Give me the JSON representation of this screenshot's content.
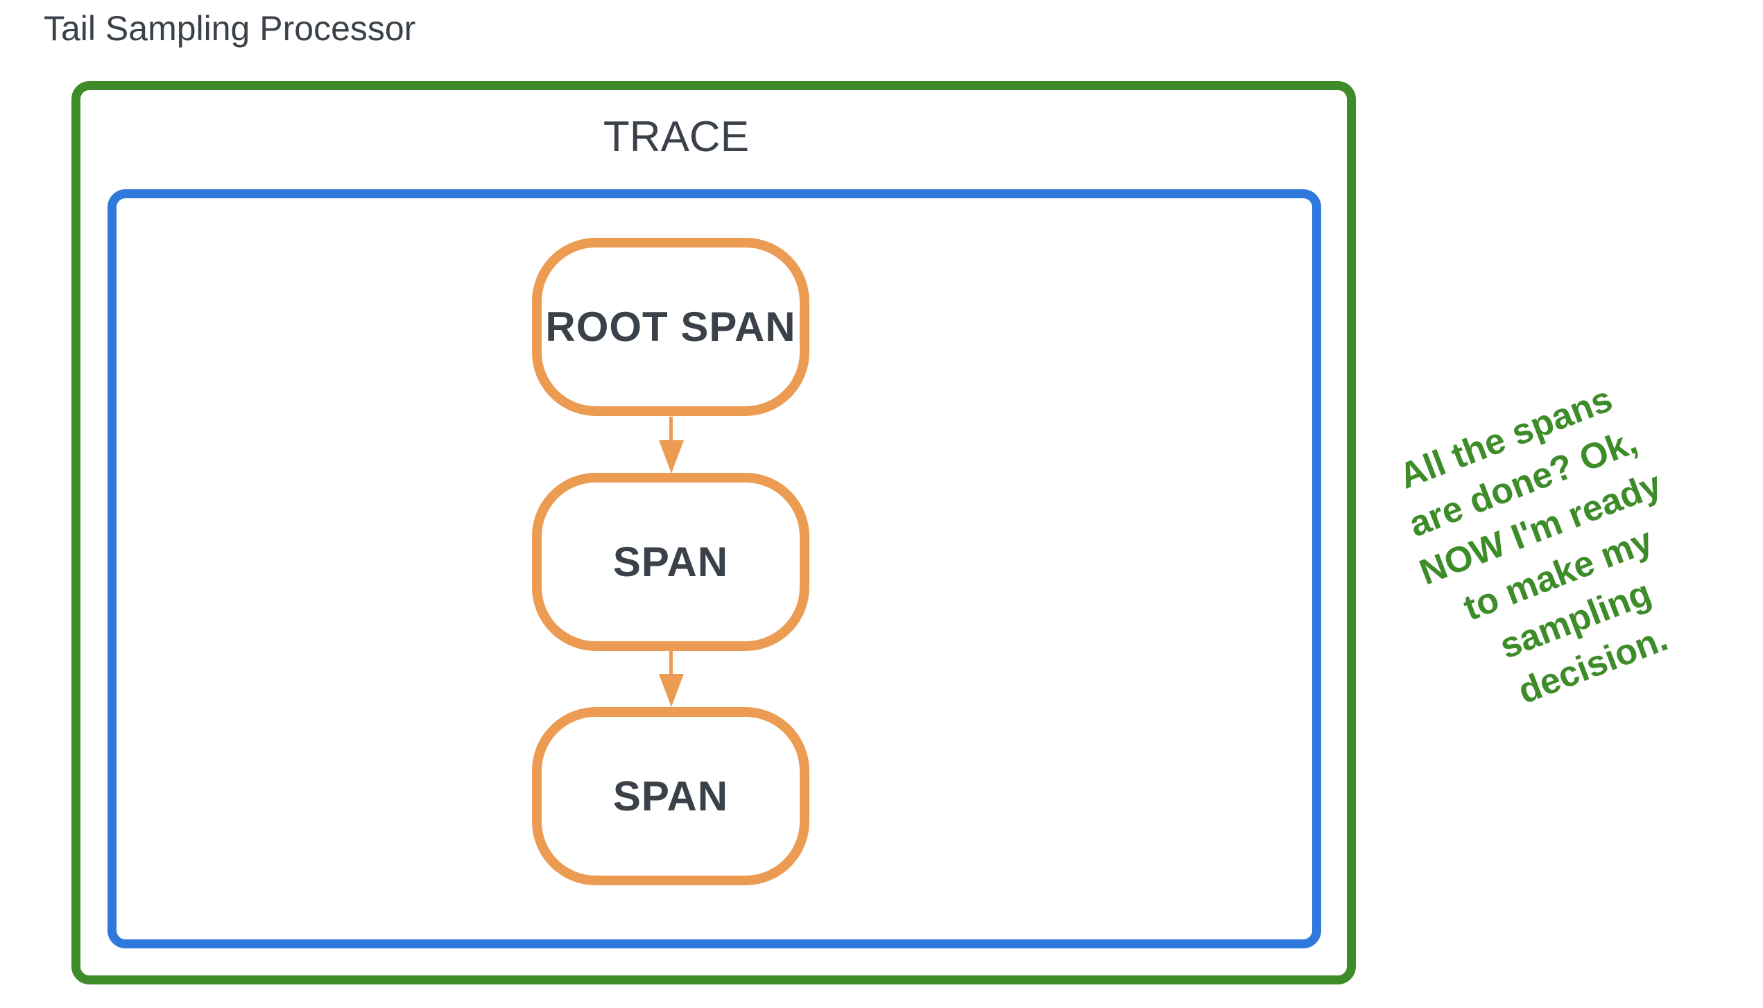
{
  "diagram": {
    "title": "Tail Sampling Processor",
    "trace_label": "TRACE",
    "nodes": [
      {
        "label": "ROOT SPAN"
      },
      {
        "label": "SPAN"
      },
      {
        "label": "SPAN"
      }
    ],
    "annotation": {
      "full_text": "All the spans are done? Ok, NOW I'm ready to make my sampling decision.",
      "lines": [
        "All the spans",
        "are done? Ok,",
        "NOW I'm ready",
        "to make my",
        "sampling",
        "decision."
      ]
    },
    "colors": {
      "outer_border_green": "#3d8c29",
      "inner_border_blue": "#2f78dc",
      "node_border_orange": "#ec9b52",
      "label_text": "#3b4149",
      "annotation_text": "#3d8c29",
      "background": "#ffffff"
    }
  }
}
